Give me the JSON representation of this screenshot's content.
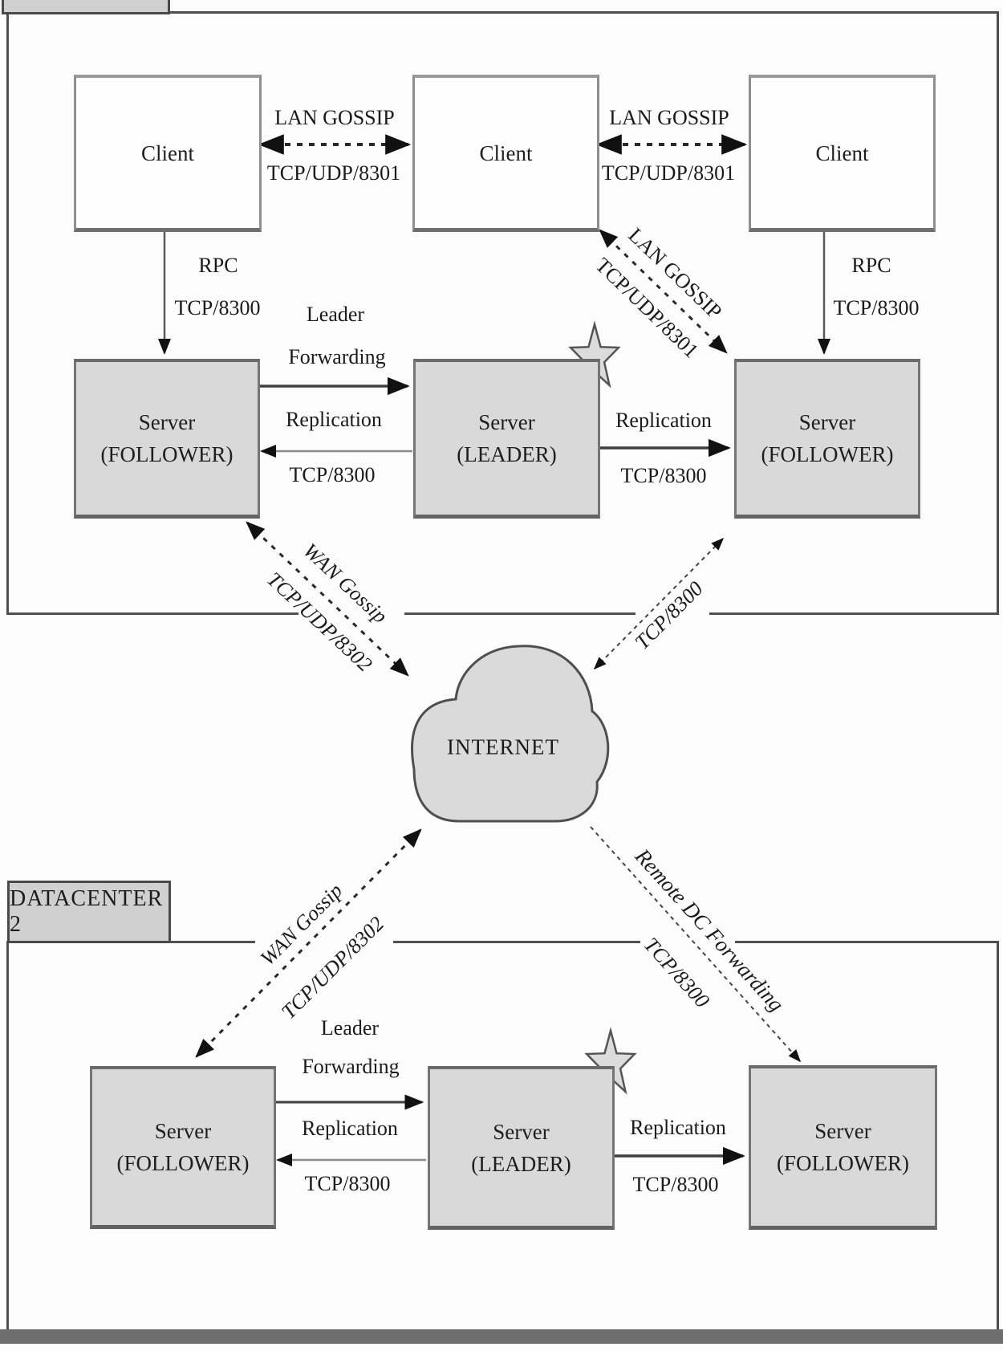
{
  "dc1": {
    "clients": [
      {
        "label": "Client"
      },
      {
        "label": "Client"
      },
      {
        "label": "Client"
      }
    ],
    "servers": [
      {
        "name": "Server",
        "role": "(FOLLOWER)"
      },
      {
        "name": "Server",
        "role": "(LEADER)"
      },
      {
        "name": "Server",
        "role": "(FOLLOWER)"
      }
    ],
    "edges": {
      "lan_gossip_1": {
        "label": "LAN GOSSIP",
        "port": "TCP/UDP/8301"
      },
      "lan_gossip_2": {
        "label": "LAN GOSSIP",
        "port": "TCP/UDP/8301"
      },
      "lan_gossip_diag": {
        "label": "LAN GOSSIP",
        "port": "TCP/UDP/8301"
      },
      "rpc_left": {
        "label": "RPC",
        "port": "TCP/8300"
      },
      "rpc_right": {
        "label": "RPC",
        "port": "TCP/8300"
      },
      "leader_forwarding": {
        "line1": "Leader",
        "line2": "Forwarding"
      },
      "replication_left": {
        "label": "Replication",
        "port": "TCP/8300"
      },
      "replication_right": {
        "label": "Replication",
        "port": "TCP/8300"
      },
      "wan_gossip": {
        "label": "WAN Gossip",
        "port": "TCP/UDP/8302"
      },
      "tcp_diag": {
        "label": "TCP/8300"
      }
    }
  },
  "internet": {
    "label": "INTERNET"
  },
  "dc2": {
    "tab": "DATACENTER 2",
    "servers": [
      {
        "name": "Server",
        "role": "(FOLLOWER)"
      },
      {
        "name": "Server",
        "role": "(LEADER)"
      },
      {
        "name": "Server",
        "role": "(FOLLOWER)"
      }
    ],
    "edges": {
      "wan_gossip": {
        "label": "WAN Gossip",
        "port": "TCP/UDP/8302"
      },
      "remote_dc": {
        "label": "Remote DC Forwarding",
        "port": "TCP/8300"
      },
      "leader_forwarding": {
        "line1": "Leader",
        "line2": "Forwarding"
      },
      "replication_left": {
        "label": "Replication",
        "port": "TCP/8300"
      },
      "replication_right": {
        "label": "Replication",
        "port": "TCP/8300"
      }
    }
  },
  "colors": {
    "server_fill": "#d9d9d9",
    "client_fill": "#fefefe",
    "cloud_fill": "#dadada",
    "frame_border": "#4f4f4f",
    "line": "#3f3f3f",
    "text": "#1b1b1b"
  }
}
